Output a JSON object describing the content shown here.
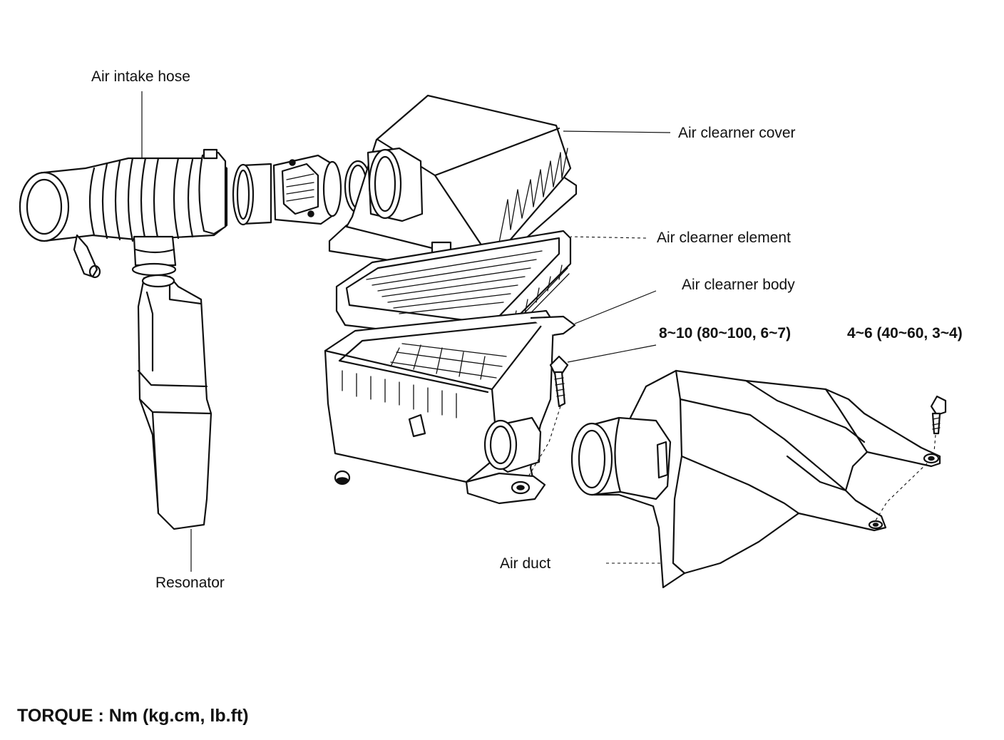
{
  "labels": {
    "air_intake_hose": "Air intake hose",
    "air_cleaner_cover": "Air clearner cover",
    "air_cleaner_element": "Air clearner element",
    "air_cleaner_body": "Air clearner body",
    "torque_body_bolt": "8~10 (80~100, 6~7)",
    "torque_duct_bolt": "4~6 (40~60, 3~4)",
    "air_duct": "Air duct",
    "resonator": "Resonator"
  },
  "footer": {
    "torque_units": "TORQUE : Nm (kg.cm, lb.ft)"
  }
}
